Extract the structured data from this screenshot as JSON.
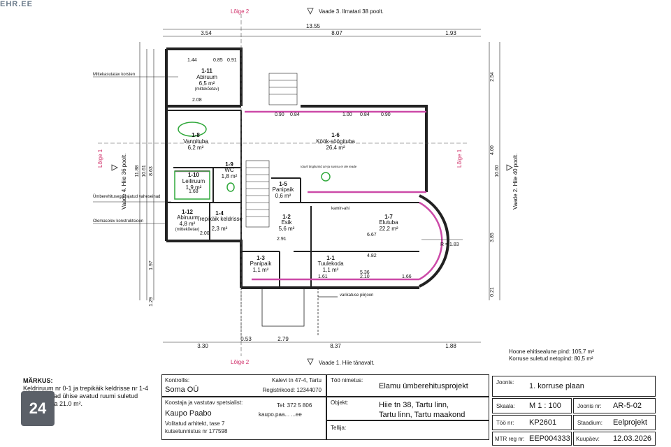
{
  "header": {
    "logo_text": "EHR.EE"
  },
  "views": {
    "top": "Vaade 3. Ilmatari 38 poolt.",
    "bottom": "Vaade 1. Hiie tänavalt.",
    "left": "Vaade 4. Hiie 36 poolt.",
    "right": "Vaade 2. Hiie 40 poolt."
  },
  "sections": {
    "top": "Lõige 2",
    "bottom": "Lõige 2",
    "left": "Lõige 1",
    "right": "Lõige 1"
  },
  "dimensions": {
    "top_total": "13.55",
    "top_a": "3.54",
    "top_b": "8.07",
    "top_c": "1.93",
    "bottom_a": "3.30",
    "bottom_b": "0.53",
    "bottom_c": "2.79",
    "bottom_d": "8.37",
    "bottom_e": "1.88",
    "left_a": "11.88",
    "left_b": "10.61",
    "left_c": "8.63",
    "left_d": "1.97",
    "left_e": "1.29",
    "right_a": "2.54",
    "right_b": "4.00",
    "right_c": "10.60",
    "right_d": "3.85",
    "right_e": "0.21",
    "small_1": "1.44",
    "small_2": "0.85",
    "small_3": "0.91",
    "small_4": "0.90",
    "small_5": "0.84",
    "small_6": "1.00",
    "small_7": "0.84",
    "small_8": "0.90",
    "small_9": "6.67",
    "small_10": "4.82",
    "small_11": "5.36",
    "small_12": "1.66",
    "small_13": "2.10",
    "small_14": "1.61",
    "small_15": "2.91",
    "small_16": "2.00",
    "small_17": "1.68",
    "small_18": "2.08",
    "radius": "R = 1.83"
  },
  "rooms": [
    {
      "id": "1-11",
      "name": "Abiruum",
      "area": "6,5 m²",
      "sub": "(mittekõetav)"
    },
    {
      "id": "1-8",
      "name": "Vannituba",
      "area": "6,2 m²",
      "sub": ""
    },
    {
      "id": "1-6",
      "name": "Köök-söögituba",
      "area": "26,4 m²",
      "sub": ""
    },
    {
      "id": "1-10",
      "name": "Leiliruum",
      "area": "1,9 m²",
      "sub": ""
    },
    {
      "id": "1-9",
      "name": "WC",
      "area": "1,8 m²",
      "sub": ""
    },
    {
      "id": "1-5",
      "name": "Panipaik",
      "area": "0,6 m²",
      "sub": ""
    },
    {
      "id": "1-12",
      "name": "Abiruum",
      "area": "4,8 m²",
      "sub": "(mittekõetav)"
    },
    {
      "id": "1-4",
      "name": "Trepikäik keldrisse",
      "area": "2,3 m²",
      "sub": ""
    },
    {
      "id": "1-2",
      "name": "Esik",
      "area": "5,6 m²",
      "sub": ""
    },
    {
      "id": "1-7",
      "name": "Elutuba",
      "area": "22,2 m²",
      "sub": ""
    },
    {
      "id": "1-3",
      "name": "Panipaik",
      "area": "1,1 m²",
      "sub": ""
    },
    {
      "id": "1-1",
      "name": "Tuulekoda",
      "area": "1,1 m²",
      "sub": ""
    }
  ],
  "annotations": {
    "chimney": "Mittekasutatav korsten",
    "partition": "Ümberehitusega rajatud vaheseinad",
    "existing": "Olemasolev konstruktsioon",
    "canopy": "varikatuse piirjoon",
    "fireplace": "kamin-ahi",
    "note_small": "Iduvil tingliumid ari-ja suvisu ei ole ieade"
  },
  "areas": {
    "building": "Hoone ehitisealune pind: 105,7 m²",
    "net": "Korruse suletud netopind: 80,5 m²"
  },
  "note": {
    "title": "MÄRKUS:",
    "body": "Keldriruum nr 0-1 ja trepikäik keldrisse nr 1-4 moodustavad ühise avatud ruumi suletud netopinnaga 21.0 m²."
  },
  "titleblock": {
    "control_label": "Kontrollis:",
    "control_name": "Soma OÜ",
    "control_addr": "Kalevi tn 47-4, Tartu",
    "control_reg": "Registrikood: 12344070",
    "author_label": "Koostaja ja vastutav spetsialist:",
    "author_name": "Kaupo Paabo",
    "author_title": "Volitatud arhitekt, tase 7",
    "author_cert": "kutsetunnistus nr 177598",
    "author_tel": "Tel: 372 5 806",
    "author_mail": "kaupo.paa... ...ee",
    "work_label": "Töö nimetus:",
    "work_value": "Elamu ümberehitusprojekt",
    "object_label": "Objekt:",
    "object_value_1": "Hiie tn 38, Tartu linn,",
    "object_value_2": "Tartu linn, Tartu maakond",
    "client_label": "Tellija:",
    "client_value": "",
    "sheet_label": "Joonis:",
    "sheet_value": "1. korruse plaan",
    "scale_label": "Skaala:",
    "scale_value": "M 1 : 100",
    "sheetno_label": "Joonis nr:",
    "sheetno_value": "AR-5-02",
    "jobno_label": "Töö nr:",
    "jobno_value": "KP2601",
    "stage_label": "Staadium:",
    "stage_value": "Eelprojekt",
    "mtr_label": "MTR reg nr:",
    "mtr_value": "EEP004333",
    "date_label": "Kuupäev:",
    "date_value": "12.03.2026"
  },
  "badge": {
    "page": "24"
  },
  "colors": {
    "wall_pink": "#cc4aa8",
    "section_mark": "#d0306a",
    "green": "#2fa83a"
  }
}
